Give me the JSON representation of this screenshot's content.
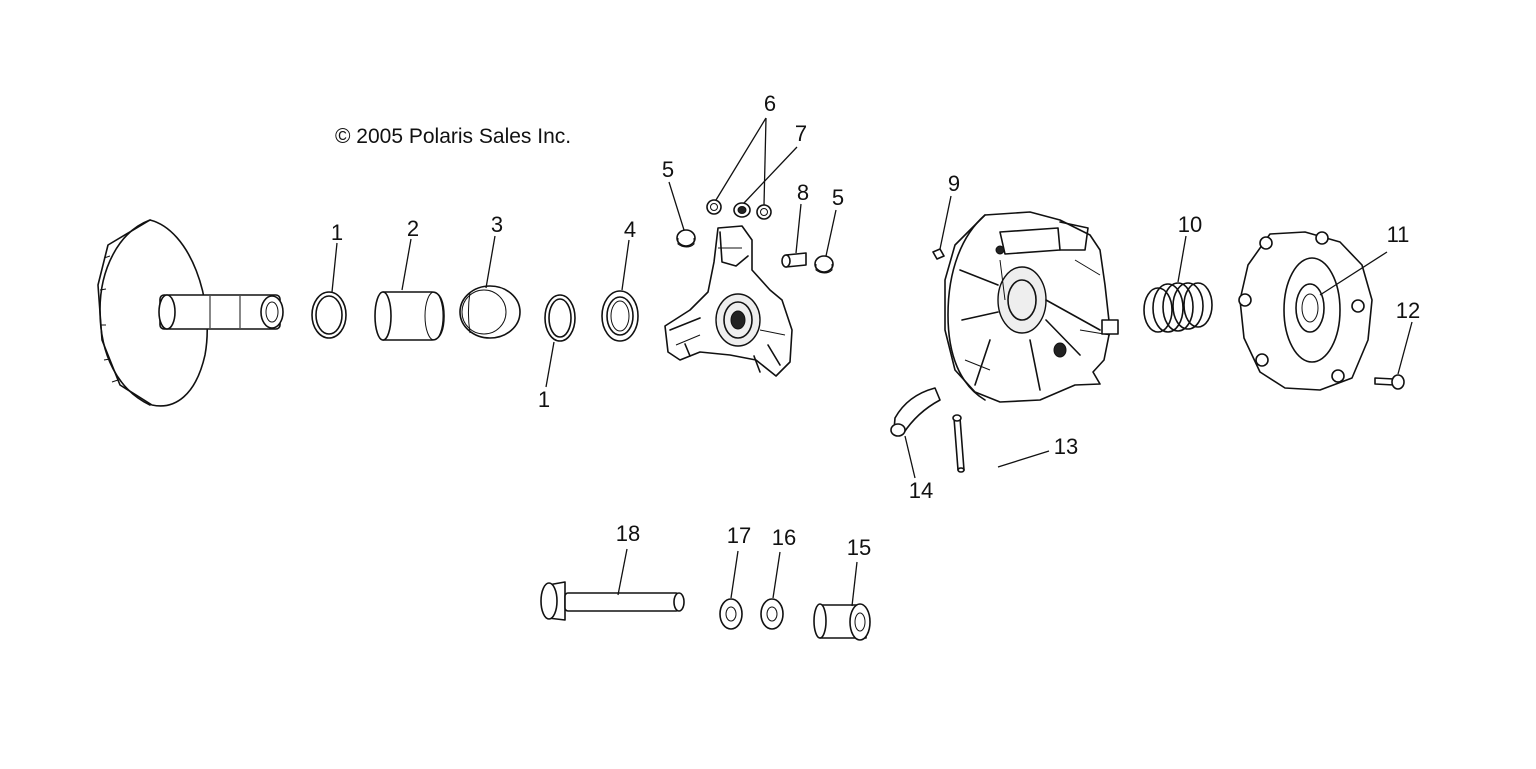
{
  "copyright": "© 2005 Polaris Sales Inc.",
  "callouts": {
    "c1a": "1",
    "c1b": "1",
    "c2": "2",
    "c3": "3",
    "c4": "4",
    "c5a": "5",
    "c5b": "5",
    "c6": "6",
    "c7": "7",
    "c8": "8",
    "c9": "9",
    "c10": "10",
    "c11": "11",
    "c12": "12",
    "c13": "13",
    "c14": "14",
    "c15": "15",
    "c16": "16",
    "c17": "17",
    "c18": "18"
  }
}
